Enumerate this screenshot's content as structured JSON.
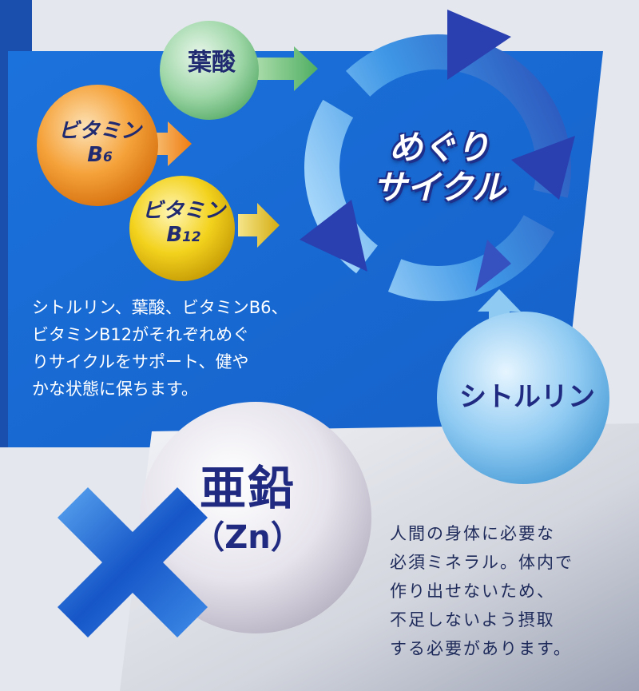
{
  "nutrients": {
    "folic_acid": "葉酸",
    "b6_main": "ビタミン",
    "b6_name": "B",
    "b6_sub": "6",
    "b12_main": "ビタミン",
    "b12_name": "B",
    "b12_sub": "12"
  },
  "cycle": {
    "line1": "めぐり",
    "line2": "サイクル"
  },
  "citrulline": {
    "label": "シトルリン"
  },
  "description_top": [
    "シトルリン、葉酸、ビタミンB6、",
    "ビタミンB12がそれぞれめぐ",
    "りサイクルをサポート、健や",
    "かな状態に保ちます。"
  ],
  "zinc": {
    "title": "亜鉛",
    "symbol": "（Zn）",
    "description": [
      "人間の身体に必要な",
      "必須ミネラル。体内で",
      "作り出せないため、",
      "不足しないよう摂取",
      "する必要があります。"
    ]
  },
  "colors": {
    "blue_panel": "#1a6fd8",
    "dark_navy": "#1f2a80",
    "folic_ball": "#8fd39a",
    "b6_ball": "#f39a2a",
    "b12_ball": "#f2d31c",
    "citrulline_ball": "#8fcaf2",
    "zinc_ball": "#e3e1ea",
    "cross": "#1a5fd0"
  },
  "icons": {
    "cross": "multiply-cross-icon",
    "cycle": "circular-arrows-icon"
  }
}
